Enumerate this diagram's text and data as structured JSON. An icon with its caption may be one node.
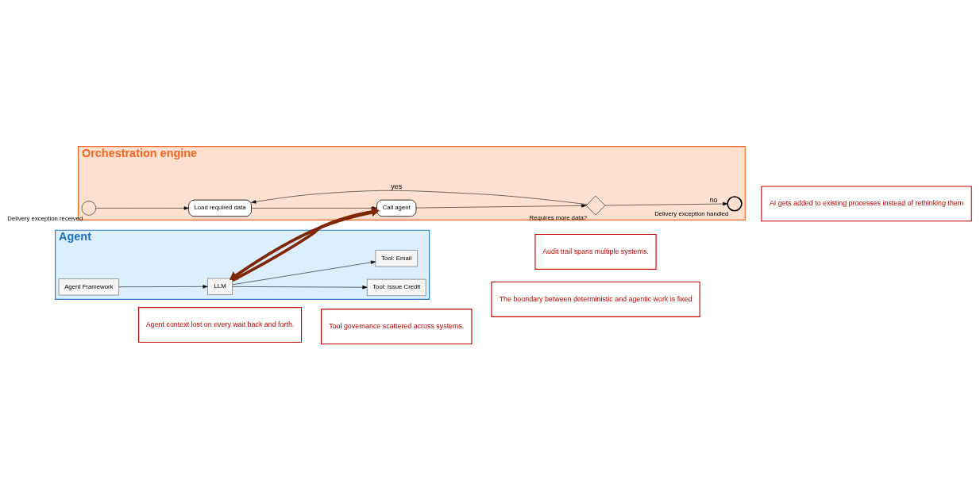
{
  "diagram": {
    "nodes": [
      {
        "text": [
          "Orchestration engine"
        ]
      },
      {
        "text": [],
        "shape": "circle",
        "in": 0,
        "beside": [
          "Delivery exception received"
        ]
      },
      {
        "text": [
          "Load required data"
        ],
        "in": 0
      },
      {
        "text": [
          "Call agent"
        ],
        "in": 0
      },
      {
        "text": [],
        "shape": "diamond",
        "in": 0,
        "beside": [
          "Requires more data?"
        ]
      },
      {
        "text": [],
        "shape": "circle",
        "in": 0,
        "beside": [
          "Delivery exception handled"
        ]
      },
      {
        "text": [
          "Agent"
        ]
      },
      {
        "text": [
          "Agent Framework"
        ],
        "in": 6
      },
      {
        "text": [
          "LLM"
        ],
        "in": 6
      },
      {
        "text": [
          "Tool: Email"
        ],
        "in": 6
      },
      {
        "text": [
          "Tool: Issue Credit"
        ],
        "in": 6
      },
      {
        "text": [
          "AI gets added to existing processes instead of rethinking them"
        ]
      },
      {
        "text": [
          "The boundary between deterministic and agentic work is fixed"
        ]
      },
      {
        "text": [
          "Agent context lost on every wait back and forth."
        ]
      },
      {
        "text": [
          "Tool governance scattered across systems."
        ]
      },
      {
        "text": [
          "Audit trail spans multiple systems."
        ]
      }
    ],
    "edges": [
      {
        "from": 1,
        "to": 2,
        "arrow": "to"
      },
      {
        "from": 2,
        "to": 3,
        "arrow": "to"
      },
      {
        "from": 3,
        "to": 4,
        "arrow": "to"
      },
      {
        "from": 4,
        "to": 5,
        "arrow": "to",
        "label": "no"
      },
      {
        "from": 4,
        "to": 2,
        "arrow": "to",
        "label": "yes"
      },
      {
        "from": 3,
        "to": 8,
        "arrow": "to",
        "style": "thick",
        "color": "#7f2704"
      },
      {
        "from": 8,
        "to": 3,
        "arrow": "to",
        "style": "thick",
        "color": "#7f2704"
      },
      {
        "from": 7,
        "to": 8,
        "arrow": "to"
      },
      {
        "from": 8,
        "to": 9,
        "arrow": "to"
      },
      {
        "from": 8,
        "to": 10,
        "arrow": "to"
      }
    ]
  }
}
